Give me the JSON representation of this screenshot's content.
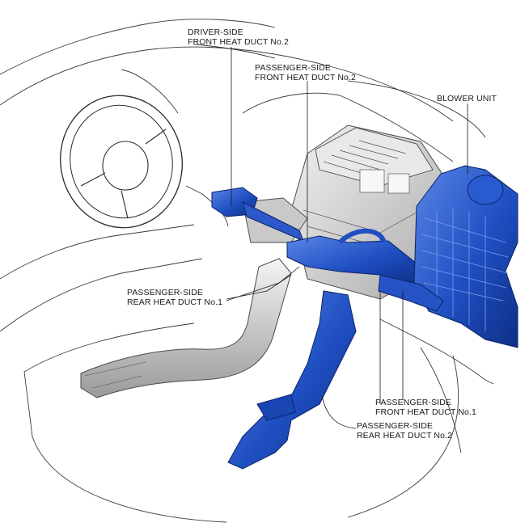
{
  "labels": {
    "driver_front_no2": {
      "line1": "DRIVER-SIDE",
      "line2": "FRONT HEAT DUCT No.2"
    },
    "passenger_front_no2": {
      "line1": "PASSENGER-SIDE",
      "line2": "FRONT HEAT DUCT No.2"
    },
    "blower_unit": {
      "line1": "BLOWER UNIT"
    },
    "passenger_rear_no1": {
      "line1": "PASSENGER-SIDE",
      "line2": "REAR HEAT DUCT No.1"
    },
    "passenger_front_no1": {
      "line1": "PASSENGER-SIDE",
      "line2": "FRONT HEAT DUCT No.1"
    },
    "passenger_rear_no2": {
      "line1": "PASSENGER-SIDE",
      "line2": "REAR HEAT DUCT No.2"
    }
  },
  "colors": {
    "duct_blue": "#1f4fc2",
    "duct_blue_dark": "#0e2f86",
    "duct_blue_light": "#4f7ee0",
    "hvac_grey": "#d4d4d4",
    "outline": "#3a3a3a"
  }
}
